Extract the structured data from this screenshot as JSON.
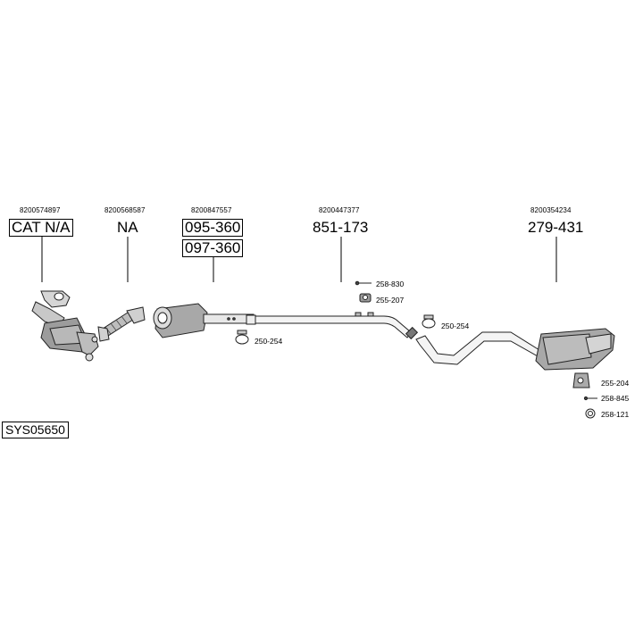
{
  "system_code": "SYS05650",
  "groups": [
    {
      "oem": "8200574897",
      "parts": [
        "CAT N/A"
      ]
    },
    {
      "oem": "8200568587",
      "parts": [
        "NA"
      ]
    },
    {
      "oem": "8200847557",
      "parts": [
        "095-360",
        "097-360"
      ]
    },
    {
      "oem": "8200447377",
      "parts": [
        "851-173"
      ]
    },
    {
      "oem": "8200354234",
      "parts": [
        "279-431"
      ]
    }
  ],
  "accessories": {
    "bolt_258_830": "258-830",
    "clamp_255_207": "255-207",
    "clamp_250_254_a": "250-254",
    "clamp_250_254_b": "250-254",
    "bracket_255_204": "255-204",
    "bolt_258_845": "258-845",
    "ring_258_121": "258-121"
  }
}
